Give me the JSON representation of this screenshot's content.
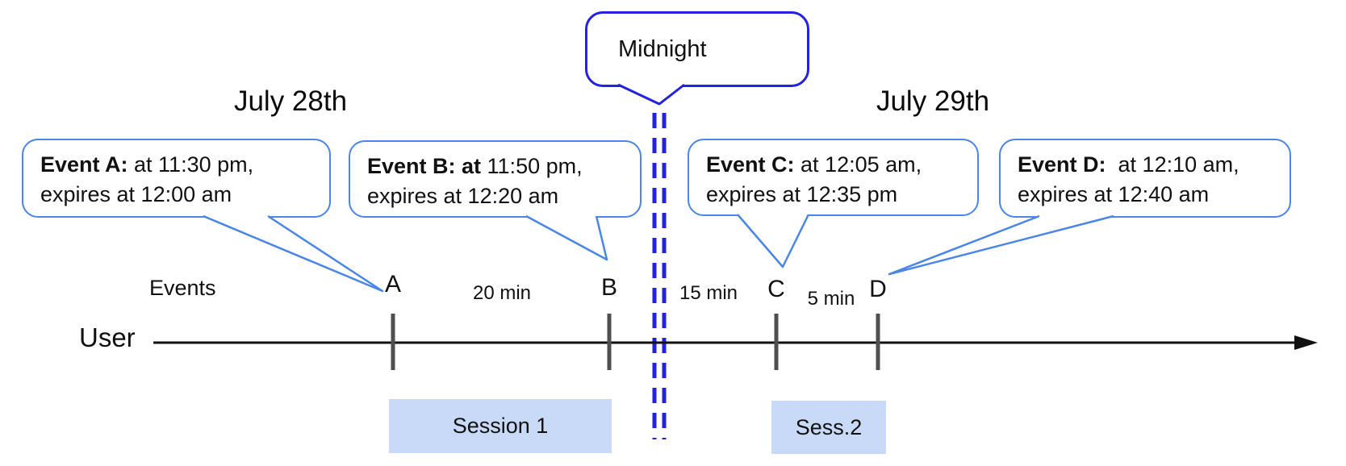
{
  "colors": {
    "accent": "#4a86e8",
    "midnight": "#2222e0",
    "session": "#c9daf8",
    "tick": "#4f4f4f",
    "ink": "#111111"
  },
  "dates": {
    "left": "July 28th",
    "right": "July 29th"
  },
  "midnight_label": "Midnight",
  "axis": {
    "events_label": "Events",
    "user_label": "User"
  },
  "events": [
    {
      "letter": "A",
      "bold": "Event A:",
      "line1": " at 11:30 pm,",
      "line2": "expires at 12:00 am"
    },
    {
      "letter": "B",
      "bold": "Event B: at",
      "line1": " 11:50 pm,",
      "line2": "expires at 12:20 am"
    },
    {
      "letter": "C",
      "bold": "Event C:",
      "line1": " at 12:05 am,",
      "line2": "expires at 12:35 pm"
    },
    {
      "letter": "D",
      "bold": "Event D:",
      "line1": "  at 12:10 am,",
      "line2": "expires at 12:40 am"
    }
  ],
  "gaps": [
    {
      "label": "20 min"
    },
    {
      "label": "15 min"
    },
    {
      "label": "5 min"
    }
  ],
  "sessions": [
    {
      "label": "Session 1"
    },
    {
      "label": "Sess.2"
    }
  ]
}
